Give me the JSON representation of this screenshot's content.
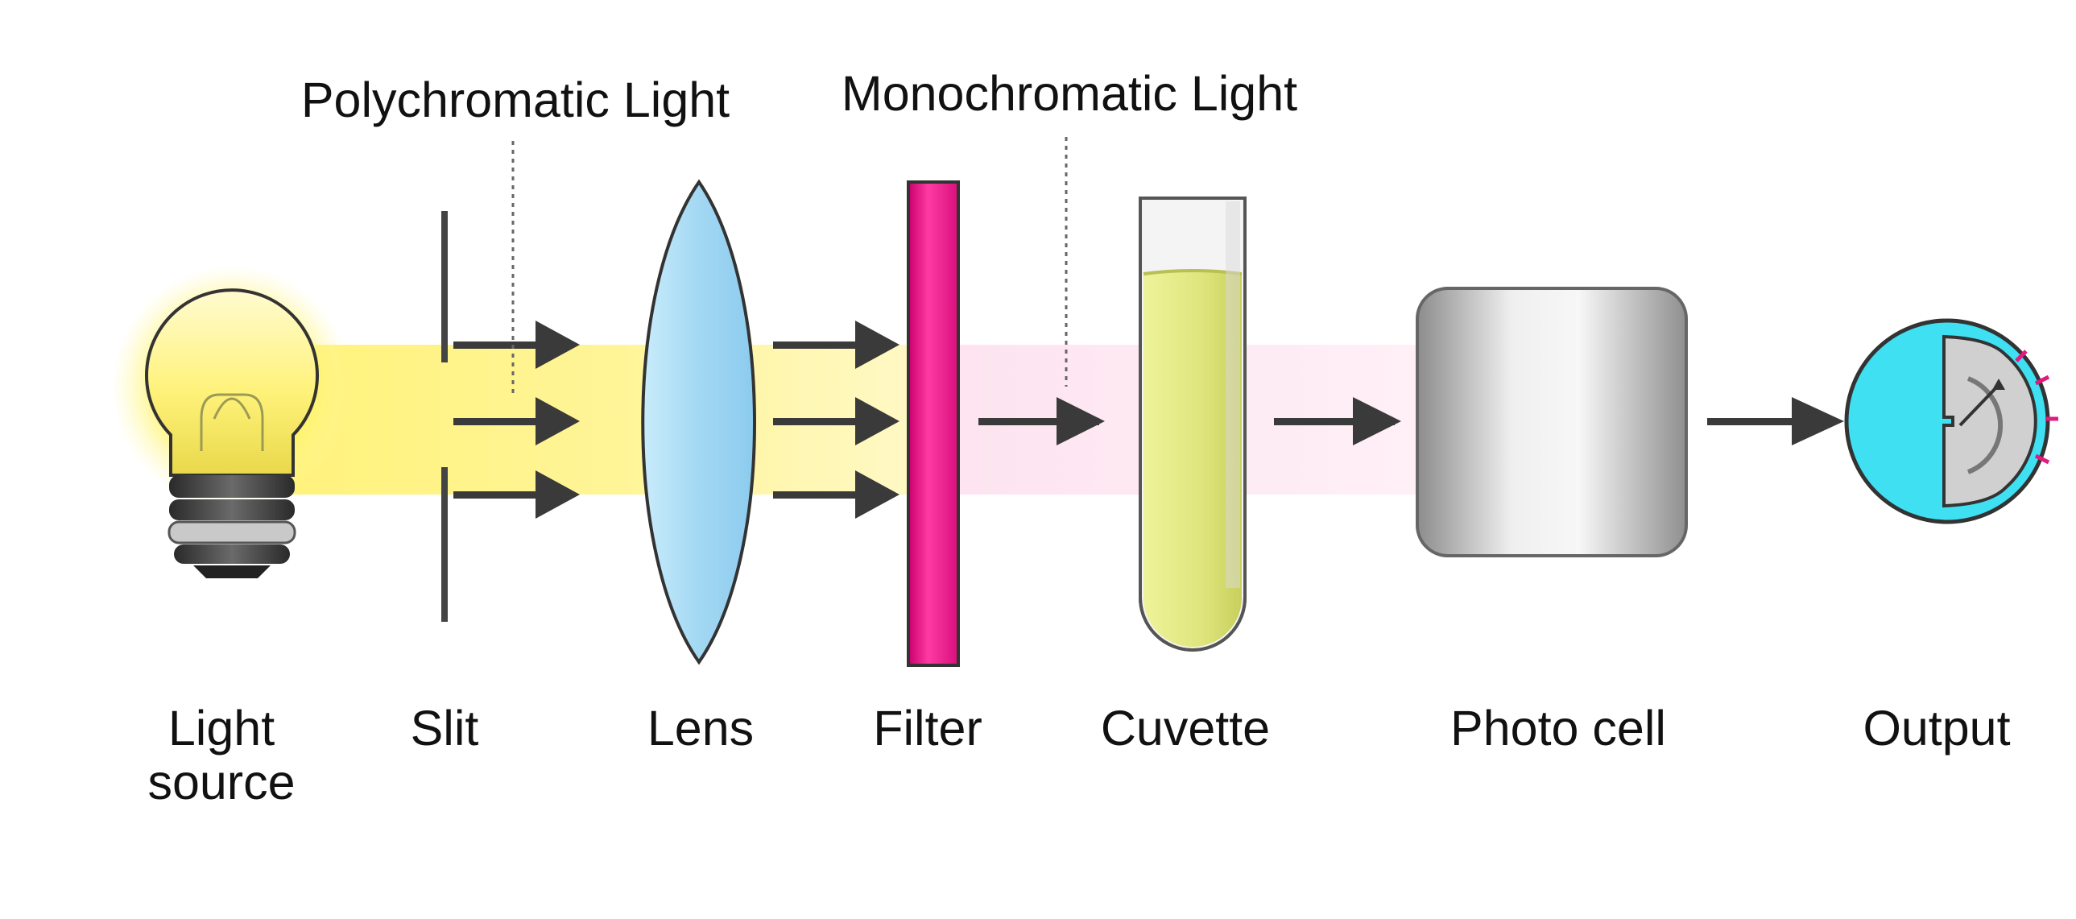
{
  "annotations": {
    "polychromatic": "Polychromatic Light",
    "monochromatic": "Monochromatic Light"
  },
  "components": {
    "light_source": {
      "line1": "Light",
      "line2": "source"
    },
    "slit": "Slit",
    "lens": "Lens",
    "filter": "Filter",
    "cuvette": "Cuvette",
    "photo_cell": "Photo cell",
    "output": "Output"
  },
  "colors": {
    "polychromatic_beam": "#fff27a",
    "monochromatic_beam": "#fde4f0",
    "bulb_glow": "#fff35a",
    "filter": "#ee1f8c",
    "lens": "#a9dcf5",
    "solution": "#e2e88a",
    "meter_face": "#3ee0f2",
    "arrow": "#3a3a3a"
  }
}
